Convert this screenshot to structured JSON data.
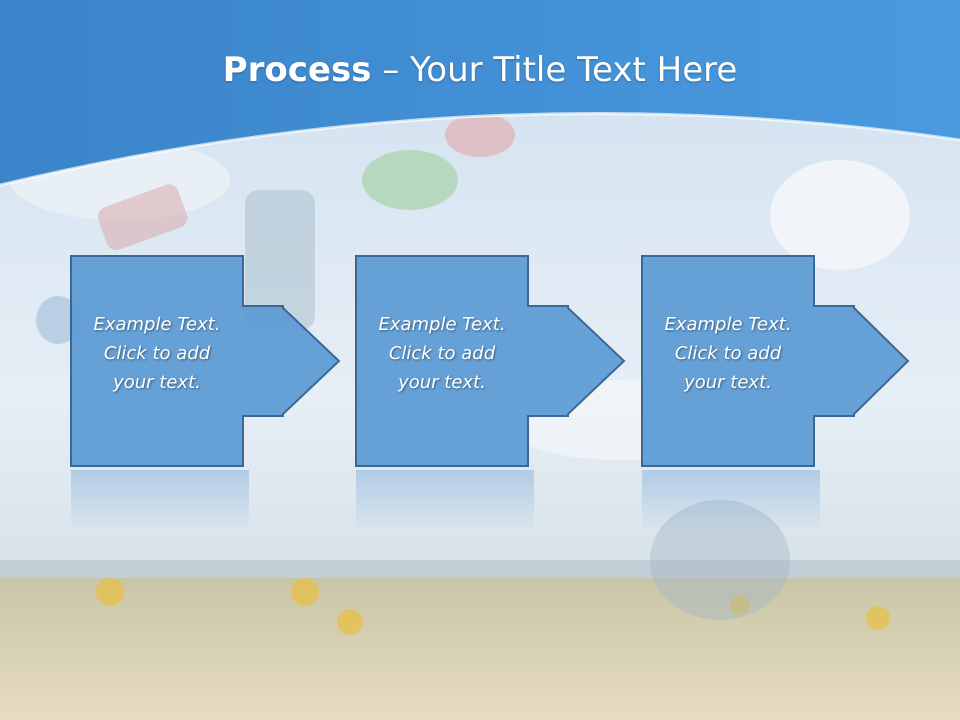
{
  "slide": {
    "title_bold": "Process",
    "title_rest": " – Your Title Text Here"
  },
  "steps": [
    {
      "line1": "Example Text.",
      "line2": "Click  to add",
      "line3": "your text."
    },
    {
      "line1": "Example Text.",
      "line2": "Click  to add",
      "line3": "your text."
    },
    {
      "line1": "Example Text.",
      "line2": "Click  to add",
      "line3": "your text."
    }
  ],
  "colors": {
    "header_blue": "#3f8fd4",
    "box_fill": "#5b9bd5",
    "box_border": "#2e5d8c"
  }
}
